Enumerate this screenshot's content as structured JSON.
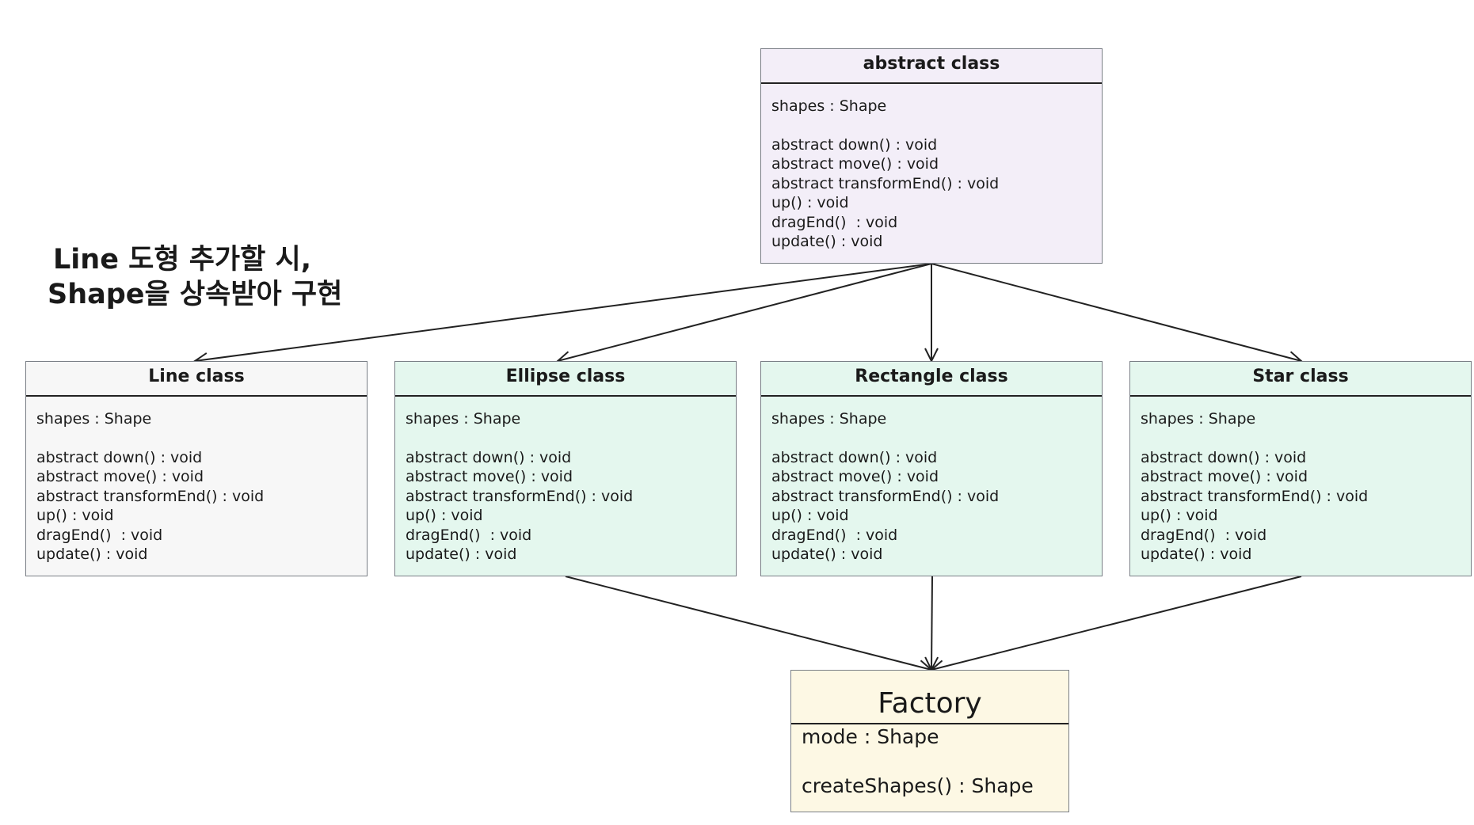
{
  "colors": {
    "abstract_fill": "#f3eef8",
    "line_fill": "#f7f7f7",
    "concrete_fill": "#e4f7ee",
    "factory_fill": "#fdf8e4",
    "stroke": "#222222"
  },
  "note": {
    "line1": "Line 도형 추가할 시,",
    "line2": "Shape을 상속받아 구현"
  },
  "abstract": {
    "title": "abstract class",
    "attr": "shapes : Shape",
    "methods": [
      "abstract down() : void",
      "abstract move() : void",
      "abstract transformEnd() : void",
      "up() : void",
      "dragEnd()  : void",
      "update() : void"
    ]
  },
  "line": {
    "title": "Line class",
    "attr": "shapes : Shape",
    "methods": [
      "abstract down() : void",
      "abstract move() : void",
      "abstract transformEnd() : void",
      "up() : void",
      "dragEnd()  : void",
      "update() : void"
    ]
  },
  "ellipse": {
    "title": "Ellipse class",
    "attr": "shapes : Shape",
    "methods": [
      "abstract down() : void",
      "abstract move() : void",
      "abstract transformEnd() : void",
      "up() : void",
      "dragEnd()  : void",
      "update() : void"
    ]
  },
  "rectangle": {
    "title": "Rectangle class",
    "attr": "shapes : Shape",
    "methods": [
      "abstract down() : void",
      "abstract move() : void",
      "abstract transformEnd() : void",
      "up() : void",
      "dragEnd()  : void",
      "update() : void"
    ]
  },
  "star": {
    "title": "Star class",
    "attr": "shapes : Shape",
    "methods": [
      "abstract down() : void",
      "abstract move() : void",
      "abstract transformEnd() : void",
      "up() : void",
      "dragEnd()  : void",
      "update() : void"
    ]
  },
  "factory": {
    "title": "Factory",
    "attr": "mode : Shape",
    "method": "createShapes() : Shape"
  }
}
